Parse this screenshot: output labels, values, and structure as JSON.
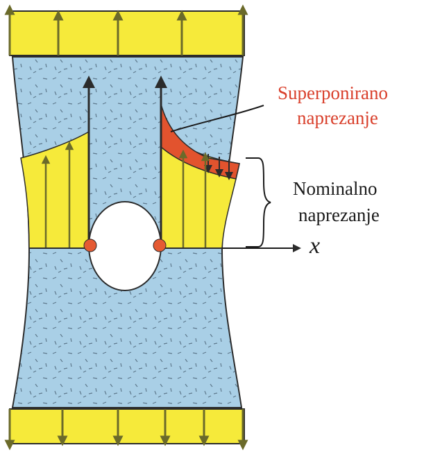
{
  "labels": {
    "superposed_line1": "Superponirano",
    "superposed_line2": "naprezanje",
    "nominal_line1": "Nominalno",
    "nominal_line2": "naprezanje",
    "axis_x": "x"
  },
  "colors": {
    "stress_yellow": "#f6ea3a",
    "body_blue": "#a9cfe6",
    "concentration_red": "#e2532e",
    "point_orange": "#e55a33",
    "outline": "#2b2b2b",
    "arrow_olive": "#6b6a2a",
    "label_red": "#d9402c"
  }
}
